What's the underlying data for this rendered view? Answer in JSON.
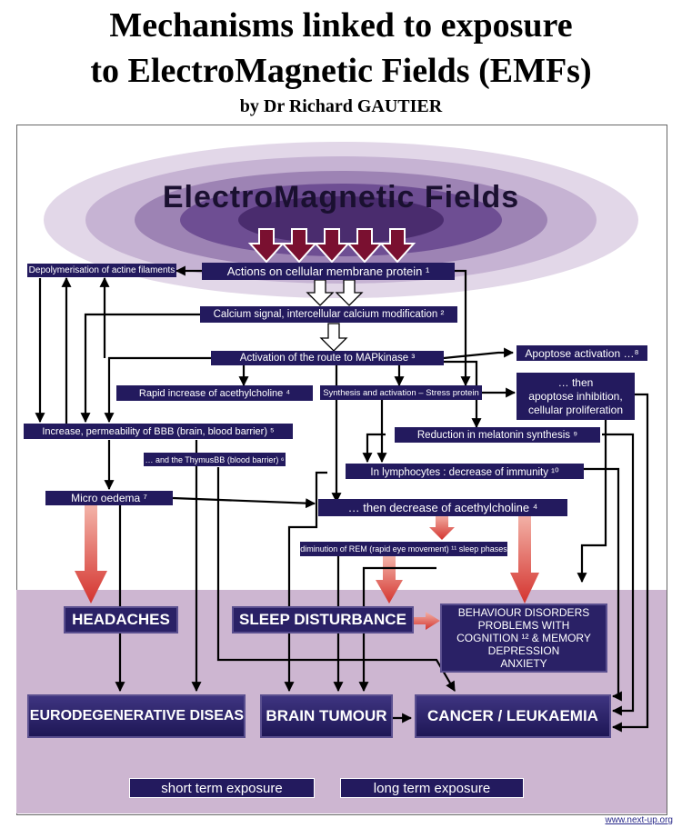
{
  "title": {
    "line1": "Mechanisms linked to exposure",
    "line2": "to ElectroMagnetic Fields (EMFs)",
    "author": "by Dr Richard GAUTIER"
  },
  "emf_label": "ElectroMagnetic Fields",
  "nodes": {
    "membrane": "Actions on cellular membrane protein ¹",
    "depolymerisation": "Depolymerisation of actine filaments",
    "calcium": "Calcium signal, intercellular calcium modification ²",
    "mapkinase": "Activation of the route to MAPkinase ³",
    "apoptose_activation": "Apoptose activation …⁸",
    "apoptose_inhibition_1": "… then",
    "apoptose_inhibition_2": "apoptose inhibition,",
    "apoptose_inhibition_3": "cellular proliferation",
    "acetylcholine_increase": "Rapid increase of acethylcholine ⁴",
    "stress_protein": "Synthesis and activation –  Stress protein",
    "bbb": "Increase, permeability of BBB (brain, blood barrier) ⁵",
    "melatonin": "Reduction in melatonin synthesis ⁹",
    "thymus": "… and the ThymusBB (blood barrier) ⁶",
    "lymphocytes": "In lymphocytes : decrease of immunity ¹⁰",
    "micro_oedema": "Micro oedema ⁷",
    "acetylcholine_decrease": "… then decrease of acethylcholine ⁴",
    "rem": "diminution of REM (rapid eye movement) ¹¹ sleep phases"
  },
  "outcomes": {
    "headaches": "HEADACHES",
    "sleep": "SLEEP DISTURBANCE",
    "behaviour_1": "BEHAVIOUR DISORDERS",
    "behaviour_2": "PROBLEMS WITH",
    "behaviour_3": "COGNITION ¹² & MEMORY",
    "behaviour_4": "DEPRESSION",
    "behaviour_5": "ANXIETY",
    "neuro": "NEURODEGENERATIVE  DISEASE",
    "brain_tumour": "BRAIN TUMOUR",
    "cancer": "CANCER / LEUKAEMIA"
  },
  "legend": {
    "short_term": "short term exposure",
    "long_term": "long term exposure"
  },
  "footer": "www.next-up.org",
  "colors": {
    "node_fill": "#231a5e",
    "field_rings": [
      "#e2d7e8",
      "#c6b3d3",
      "#9d83b4",
      "#6e4e93",
      "#4a2c6e"
    ],
    "down_arrow": "#7a1030",
    "red_arrow": "#d4342f",
    "lower_band": "#cdb6d1"
  }
}
